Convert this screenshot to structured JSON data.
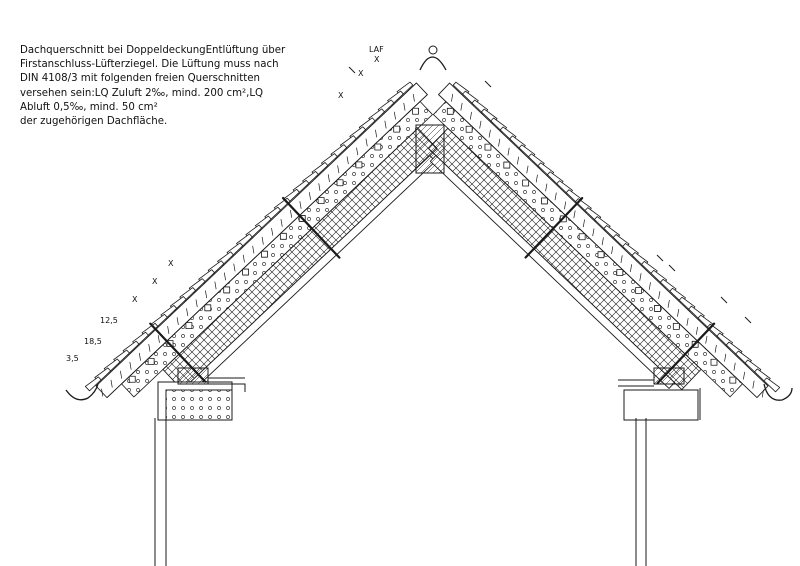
{
  "description_lines": [
    "Dachquerschnitt bei DoppeldeckungEntlüftung über",
    "Firstanschluss-Lüfterziegel. Die Lüftung muss nach",
    "DIN 4108/3 mit folgenden freien Querschnitten",
    "versehen sein:LQ Zuluft 2‰, mind. 200 cm²,LQ",
    "Abluft 0,5‰, mind. 50 cm²",
    "der zugehörigen Dachfläche."
  ],
  "ridge_label": "LAF",
  "spacing_marker": "X",
  "eave_dimensions": [
    "12,5",
    "18,5",
    "3,5"
  ],
  "colors": {
    "line": "#1a1a1a",
    "fill": "#ffffff"
  }
}
